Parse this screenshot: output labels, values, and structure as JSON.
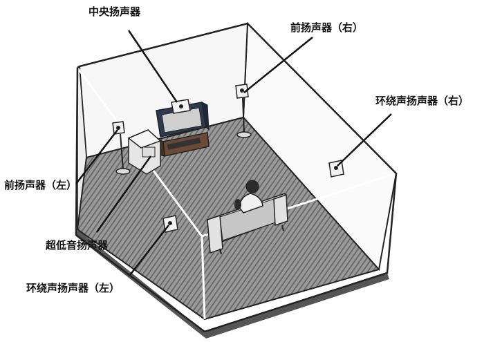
{
  "labels": {
    "center_speaker": "中央扬声器",
    "front_right": "前扬声器（右）",
    "surround_right": "环绕声扬声器（右）",
    "front_left": "前扬声器（左）",
    "subwoofer": "超低音扬声器",
    "surround_left": "环绕声扬声器（左）"
  },
  "colors": {
    "floor": "#8c8c8c",
    "floor_stripe": "#6e6e6e",
    "wall": "#ffffff",
    "outline": "#222222",
    "tv_body": "#2b3a52",
    "tv_screen": "#c9c9c9",
    "furniture": "#e0e0e0",
    "cabinet": "#5a3a2a"
  }
}
